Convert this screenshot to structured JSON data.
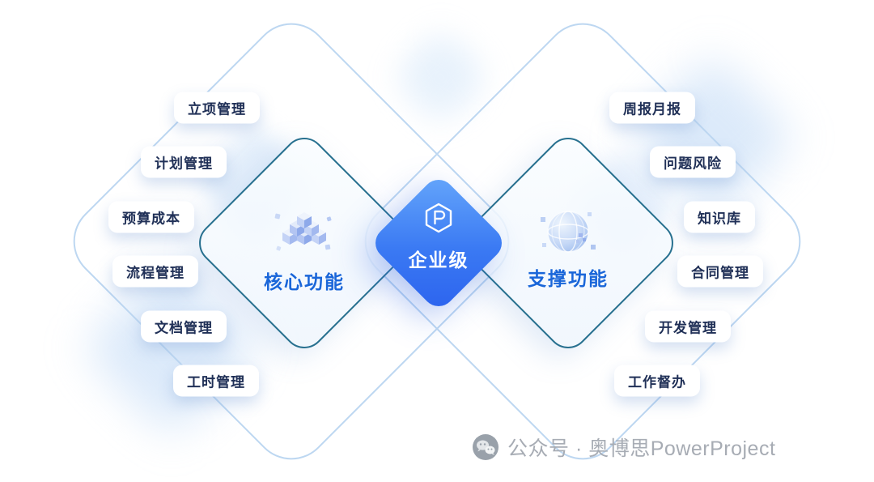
{
  "center": {
    "label": "企业级",
    "icon": "powerproject-logo-icon"
  },
  "core": {
    "title": "核心功能",
    "icon": "cubes-icon",
    "items": [
      "立项管理",
      "计划管理",
      "预算成本",
      "流程管理",
      "文档管理",
      "工时管理"
    ]
  },
  "support": {
    "title": "支撑功能",
    "icon": "globe-icon",
    "items": [
      "周报月报",
      "问题风险",
      "知识库",
      "合同管理",
      "开发管理",
      "工作督办"
    ]
  },
  "footer": {
    "icon": "wechat-icon",
    "text": "公众号 · 奥博思PowerProject"
  },
  "colors": {
    "accent_blue": "#2f6bee",
    "title_blue": "#1a66d9",
    "inner_stroke": "#27708f",
    "outer_stroke": "#bdd7f1",
    "pill_text": "#203057",
    "footer_gray": "#a7acb4"
  }
}
